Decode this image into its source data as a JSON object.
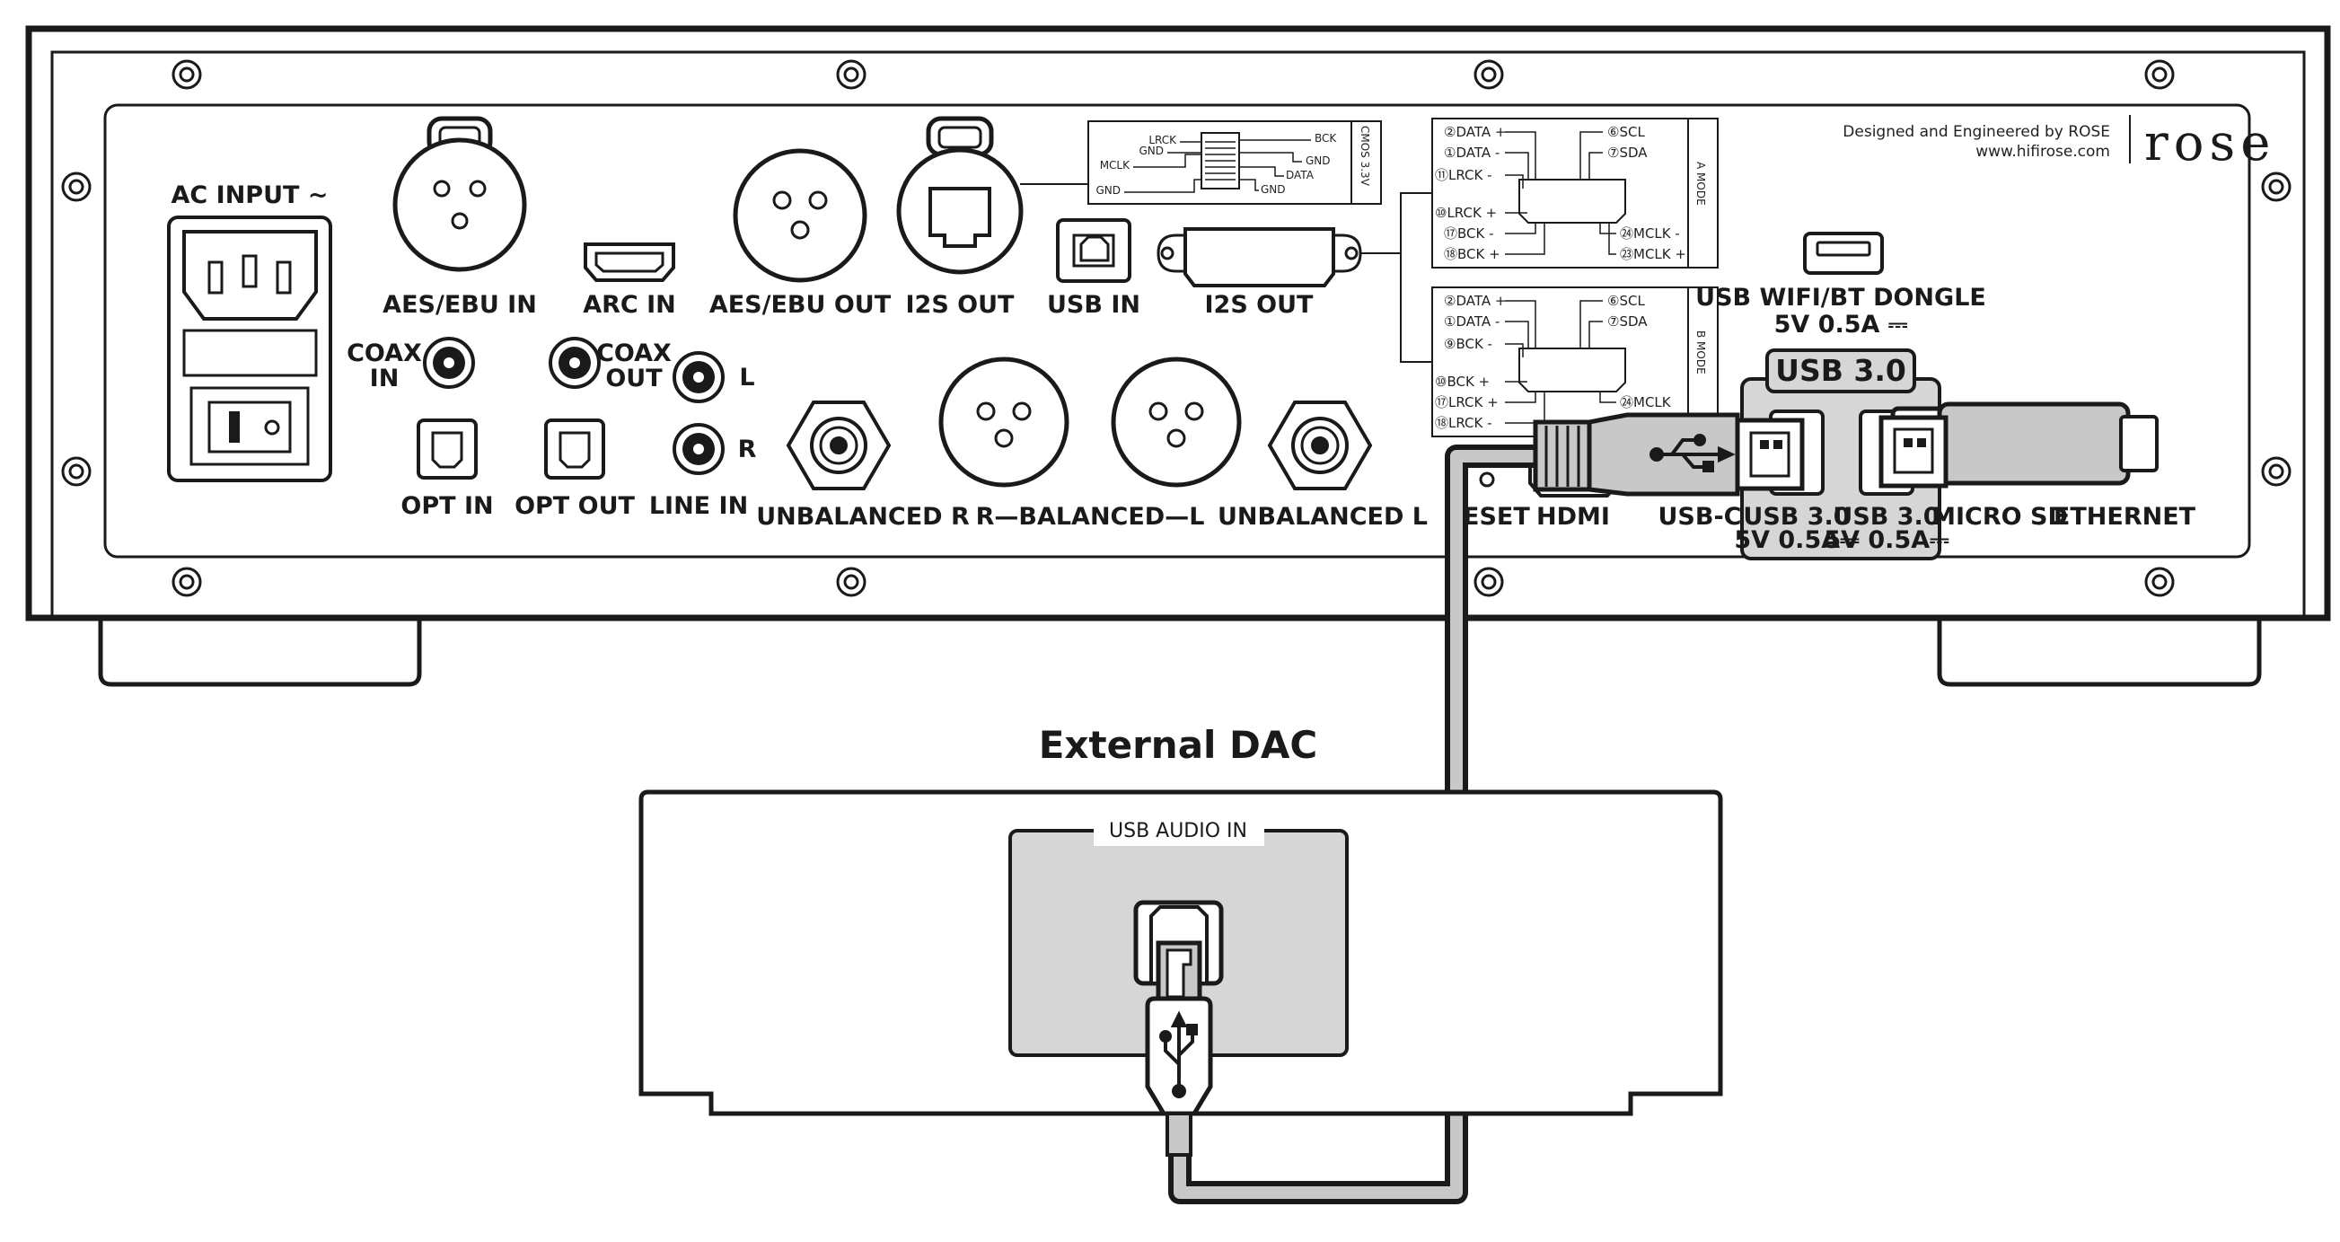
{
  "colors": {
    "line": "#1a1a1a",
    "panel_gray": "#d6d6d6",
    "cable_gray": "#c8c8c8",
    "white": "#ffffff"
  },
  "device": {
    "brand": "rose",
    "credit_line1": "Designed and Engineered by ROSE",
    "credit_line2": "www.hifirose.com",
    "labels": {
      "ac_input": "AC INPUT ~",
      "aes_ebu_in": "AES/EBU IN",
      "arc_in": "ARC IN",
      "aes_ebu_out": "AES/EBU OUT",
      "i2s_out_rj45": "I2S OUT",
      "usb_in": "USB IN",
      "i2s_out_dvi": "I2S OUT",
      "coax_in_1": "COAX",
      "coax_in_2": "IN",
      "coax_out_1": "COAX",
      "coax_out_2": "OUT",
      "line_l": "L",
      "line_r": "R",
      "opt_in": "OPT IN",
      "opt_out": "OPT OUT",
      "line_in": "LINE IN",
      "unbalanced_r": "UNBALANCED R",
      "balanced": "R—BALANCED—L",
      "unbalanced_l": "UNBALANCED L",
      "reset": "RESET",
      "hdmi": "HDMI",
      "usb_c": "USB-C",
      "usb_wifi_1": "USB WIFI/BT DONGLE",
      "usb_wifi_2": "5V 0.5A ⎓",
      "usb30_badge": "USB 3.0",
      "usb30_a_1": "USB 3.0",
      "usb30_a_2": "5V 0.5A⎓",
      "usb30_b_1": "USB 3.0",
      "usb30_b_2": "5V 0.5A⎓",
      "micro_sd": "MICRO SD",
      "ethernet": "ETHERNET"
    },
    "cmos_box": {
      "title": "CMOS 3.3V",
      "pins": [
        "LRCK",
        "GND",
        "MCLK",
        "GND",
        "BCK",
        "GND",
        "DATA",
        "GND"
      ]
    },
    "mode_a": {
      "title": "A MODE",
      "left_pins": [
        "②DATA +",
        "①DATA -",
        "⑪LRCK -",
        "⑩LRCK +",
        "⑰BCK -",
        "⑱BCK +"
      ],
      "right_pins": [
        "⑥SCL",
        "⑦SDA",
        "㉔MCLK -",
        "㉓MCLK +"
      ]
    },
    "mode_b": {
      "title": "B MODE",
      "left_pins": [
        "②DATA +",
        "①DATA -",
        "⑨BCK -",
        "⑩BCK +",
        "⑰LRCK +",
        "⑱LRCK -"
      ],
      "right_pins": [
        "⑥SCL",
        "⑦SDA",
        "㉔MCLK"
      ]
    }
  },
  "external_dac": {
    "title": "External DAC",
    "port_label": "USB AUDIO IN"
  }
}
